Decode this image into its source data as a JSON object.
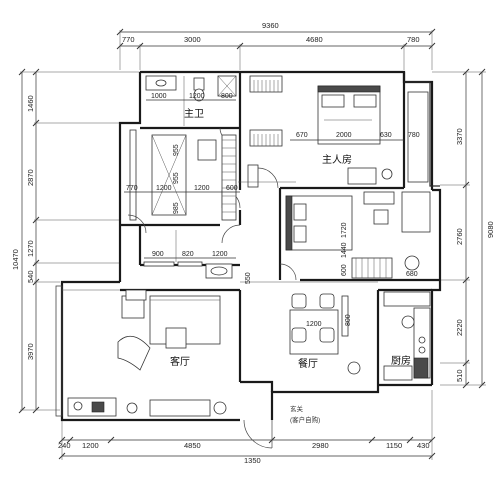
{
  "rooms": {
    "master_bath": "主卫",
    "master_bedroom": "主人房",
    "living_room": "客厅",
    "dining_room": "餐厅",
    "kitchen": "厨房",
    "entrance_title": "玄关",
    "entrance_note": "(客户自购)"
  },
  "dims": {
    "top_total": "9360",
    "top": [
      "770",
      "3000",
      "4680",
      "780"
    ],
    "bottom": [
      "240",
      "1200",
      "4850",
      "2980",
      "1150",
      "430"
    ],
    "bottom_sub": "1350",
    "left_total": "10470",
    "left": [
      "1460",
      "2870",
      "1270",
      "540",
      "3970"
    ],
    "right_total": "9080",
    "right": [
      "3370",
      "2760",
      "2220",
      "510"
    ]
  },
  "interior_dims": {
    "bath_a": "1000",
    "bath_b": "1200",
    "bath_c": "800",
    "bed_a": "670",
    "bed_b": "2000",
    "bed_c": "630",
    "bed_d": "780",
    "left_room_a": "770",
    "left_room_b": "1200",
    "left_room_c": "1200",
    "left_room_d": "600",
    "vert_a": "955",
    "vert_b": "955",
    "vert_c": "985",
    "second_bed_h": "1720",
    "second_bed_a": "600",
    "second_bed_b": "1440",
    "second_bed_c": "680",
    "hall_a": "900",
    "hall_b": "820",
    "hall_c": "1200",
    "hall_d": "550",
    "dining_a": "800",
    "dining_b": "1200"
  }
}
